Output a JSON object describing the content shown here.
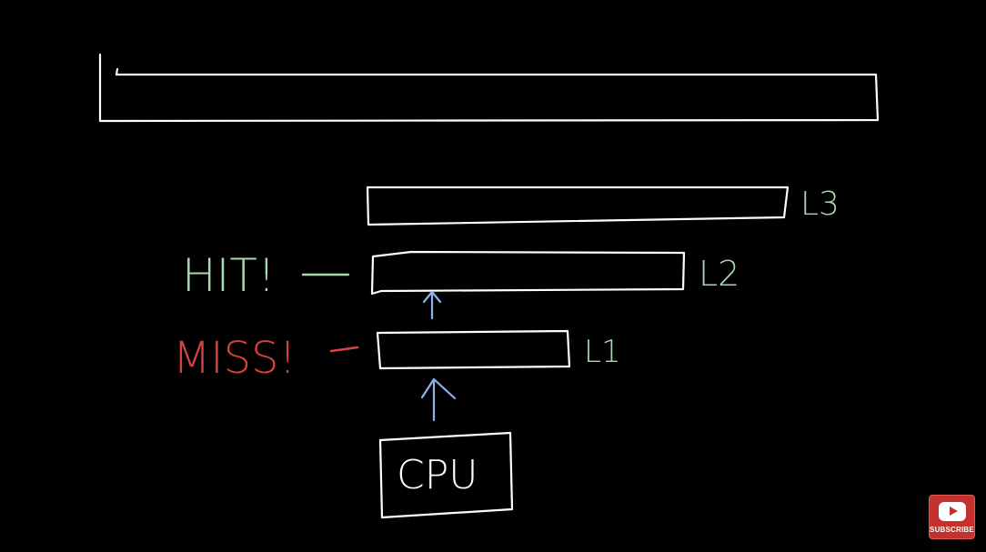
{
  "labels": {
    "l3": "L3",
    "l2": "L2",
    "l1": "L1",
    "cpu": "CPU",
    "hit": "HIT!",
    "miss": "MISS!"
  },
  "subscribe": {
    "label": "SUBSCRIBE",
    "icon": "youtube-play-icon"
  },
  "colors": {
    "background": "#000000",
    "stroke": "#ffffff",
    "label": "#a8d8b0",
    "hit": "#a8d8b0",
    "miss": "#d94040",
    "arrow": "#8fb2f0",
    "subscribe": "#c4302b"
  }
}
